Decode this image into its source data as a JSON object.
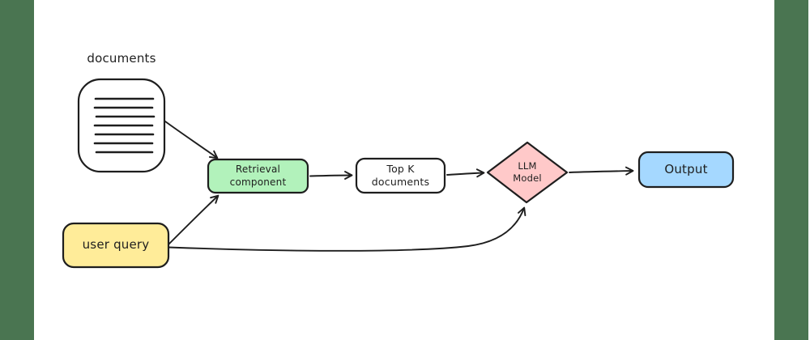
{
  "meta": {
    "diagram_type": "flowchart",
    "style": "hand-drawn whiteboard (excalidraw)",
    "background": "#ffffff",
    "side_panel_color": "#4a7551",
    "stroke_color": "#1e1e1e",
    "text_color": "#1e1e1e"
  },
  "nodes": {
    "documents": {
      "label": "documents",
      "shape": "document-icon",
      "fill": "#ffffff"
    },
    "retrieval": {
      "label": "Retrieval\ncomponent",
      "shape": "rounded-rectangle",
      "fill": "#b2f2bb"
    },
    "top_k": {
      "label": "Top K\ndocuments",
      "shape": "rounded-rectangle",
      "fill": "#ffffff"
    },
    "llm": {
      "label": "LLM\nModel",
      "shape": "diamond",
      "fill": "#ffc9c9"
    },
    "output": {
      "label": "Output",
      "shape": "rounded-rectangle",
      "fill": "#a5d8ff"
    },
    "user_query": {
      "label": "user query",
      "shape": "rounded-rectangle",
      "fill": "#ffec99"
    }
  },
  "edges": [
    {
      "from": "documents",
      "to": "retrieval",
      "style": "straight-arrow"
    },
    {
      "from": "user_query",
      "to": "retrieval",
      "style": "straight-arrow"
    },
    {
      "from": "retrieval",
      "to": "top_k",
      "style": "straight-arrow"
    },
    {
      "from": "top_k",
      "to": "llm",
      "style": "straight-arrow"
    },
    {
      "from": "llm",
      "to": "output",
      "style": "straight-arrow"
    },
    {
      "from": "user_query",
      "to": "llm",
      "style": "curved-arrow"
    }
  ]
}
